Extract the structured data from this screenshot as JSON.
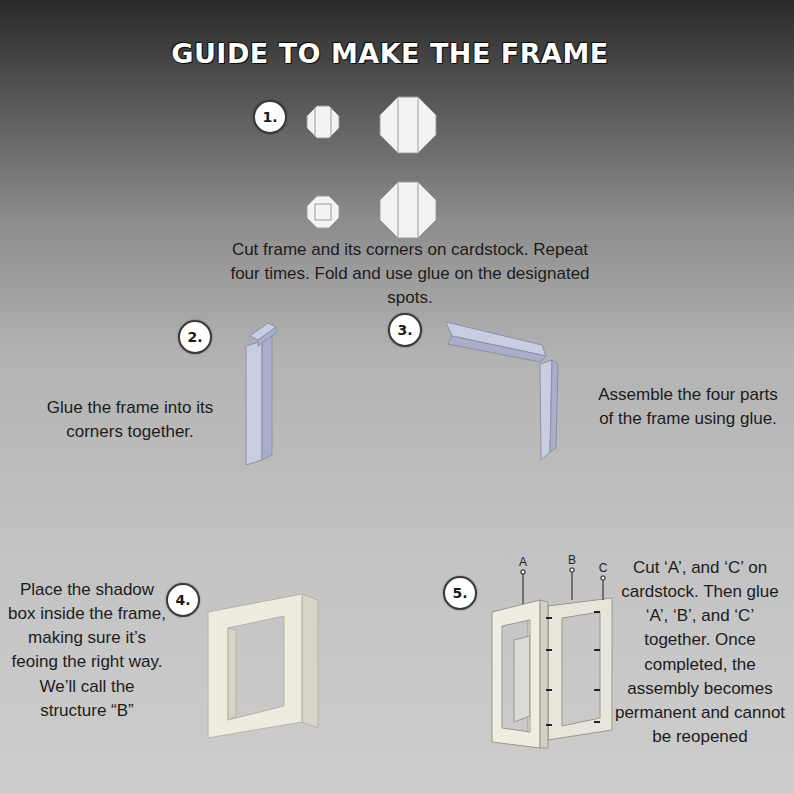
{
  "diagram": {
    "title": "GUIDE TO MAKE THE FRAME",
    "nodes": [
      {
        "text": [
          "1."
        ]
      },
      {
        "text": [
          "2."
        ]
      },
      {
        "text": [
          "3."
        ]
      },
      {
        "text": [
          "4."
        ]
      },
      {
        "text": [
          "5."
        ]
      }
    ],
    "labels": [
      "Cut frame and its corners on cardstock. Repeat four times. Fold and use glue on the designated spots.",
      "Glue the frame into its corners together.",
      "Assemble the four parts of the frame using glue.",
      "Place the shadow box inside the frame, making sure it’s feoing the right way. We’ll call the structure “B”",
      "Cut ‘A’, and ‘C’ on cardstock. Then glue ‘A’, ‘B’, and ‘C’ together. Once completed, the assembly becomes permanent and cannot be reopened",
      "A",
      "B",
      "C"
    ]
  }
}
